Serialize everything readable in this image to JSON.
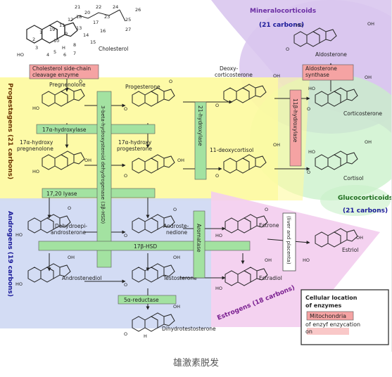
{
  "caption": "雄激素脱发",
  "regions": {
    "mineralocorticoids": "Mineralocorticoids",
    "mineralocorticoids_carbons": "(21 carbons)",
    "glucocorticoids": "Glucocorticoids",
    "glucocorticoids_carbons": "(21 carbons)",
    "progestagens": "Progestagens (21 carbons)",
    "androgens": "Androgens (19 carbons)",
    "estrogens": "Estrogens (18 carbons)"
  },
  "molecules": {
    "cholesterol": "Cholesterol",
    "pregnenolone": "Pregnenolone",
    "progesterone": "Progesterone",
    "deoxycorticosterone": [
      "Deoxy-",
      "corticosterone"
    ],
    "corticosterone": "Corticosterone",
    "aldosterone": "Aldosterone",
    "hydroxypregnenolone": [
      "17α-hydroxy",
      "pregnenolone"
    ],
    "hydroxyprogesterone": [
      "17α-hydroxy",
      "progesterone"
    ],
    "deoxycortisol": "11-deoxycortisol",
    "cortisol": "Cortisol",
    "dhea": [
      "Dehydroepi-",
      "androsterone"
    ],
    "androstenedione": [
      "Androste-",
      "nedione"
    ],
    "estrone": "Estrone",
    "estriol": "Estriol",
    "androstenediol": "Androstenediol",
    "testosterone": "Testosterone",
    "estradiol": "Estradiol",
    "dht": "Dihydrotestosterone"
  },
  "enzymes": {
    "scc": [
      "Cholesterol side-chain",
      "cleavage enzyme"
    ],
    "hydroxylase17": "17α-hydroxylase",
    "lyase": "17,20 lyase",
    "hsd3b": "3-beta-hydroxysteroid dehydrogenase (3β-HSD)",
    "hydroxylase21": "21-hydroxylase",
    "hydroxylase11": "11β-hydroxylase",
    "aldo_synthase": [
      "Aldosterone",
      "synthase"
    ],
    "hsd17": "17β-HSD",
    "aromatase": "Aromatase",
    "reductase": "5α-reductase",
    "liver_placenta": "(liver and placenta)"
  },
  "legend": {
    "title": [
      "Cellular location",
      "of enzymes"
    ],
    "mito": "Mitochondria",
    "er": [
      "of enzyf enzycation",
      "on"
    ]
  },
  "cholesterol_numbers": [
    "21",
    "22",
    "24",
    "26",
    "25",
    "27",
    "20",
    "23",
    "18",
    "12",
    "17",
    "11",
    "13",
    "16",
    "19",
    "1",
    "9",
    "14",
    "15",
    "2",
    "10",
    "8",
    "3",
    "5",
    "7",
    "4",
    "6"
  ],
  "atom_labels": {
    "ho": "HO",
    "oh": "OH",
    "o": "O",
    "h": "H"
  },
  "colors": {
    "progestagen_yellow": "#fdfaa0",
    "mineral_purple": "#d9c6ee",
    "gluco_green": "#c8f0c8",
    "androgen_blue": "#cfd9f3",
    "estrogen_pink": "#f3cdee",
    "enzyme_green": "#a3e2a1",
    "enzyme_red": "#f5a3a3",
    "label_navy": "#1a1a99",
    "label_green": "#1e6d1e",
    "label_purple": "#6a2ca3",
    "label_brown": "#6b3500"
  }
}
